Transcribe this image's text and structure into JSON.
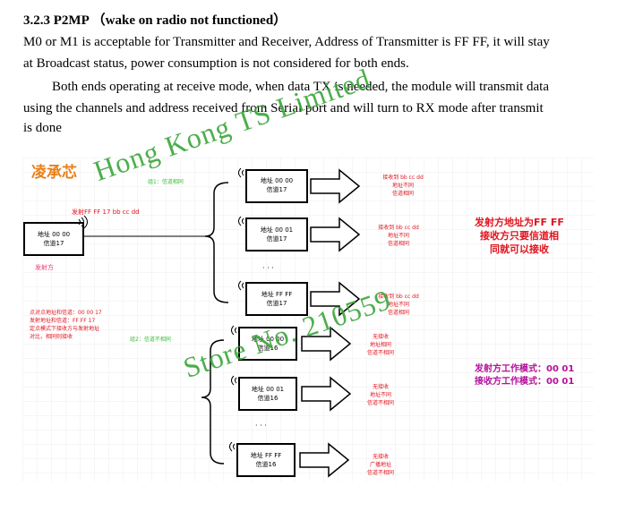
{
  "heading": "3.2.3 P2MP （wake on radio not functioned）",
  "para1_line1": "M0 or M1 is acceptable for Transmitter and Receiver, Address of Transmitter is FF FF, it will stay",
  "para1_line2": "at Broadcast status, power consumption is not considered for both ends.",
  "para2_line1": "Both ends operating at receive mode, when data TX is needed, the module will transmit data",
  "para2_line2": "using the channels and address received from Serial port and will turn to RX mode after transmit",
  "para2_line3": "is done",
  "diagram": {
    "logo": "凌承芯",
    "tx_header": "发射FF FF 17 bb cc dd",
    "tx_addr": "地址 00 00",
    "tx_chan": "信道17",
    "tx_label": "发射方",
    "group1_label": "组1：信道相同",
    "group2_label": "组2：信道不相同",
    "left_note": [
      "点对点地址和信道：00 00 17",
      "发射地址和信道：FF FF 17",
      "定点模式下接收方与发射地址",
      "对比，相同则接收"
    ],
    "ellipsis": "· · ·",
    "rx_modules": [
      {
        "addr": "地址 00 00",
        "chan": "信道17"
      },
      {
        "addr": "地址 00 01",
        "chan": "信道17"
      },
      {
        "addr": "地址 FF FF",
        "chan": "信道17"
      },
      {
        "addr": "地址 00 00",
        "chan": "信道16"
      },
      {
        "addr": "地址 00 01",
        "chan": "信道16"
      },
      {
        "addr": "地址 FF FF",
        "chan": "信道16"
      }
    ],
    "results": [
      [
        "接收到 bb cc dd",
        "地址不同",
        "信道相同"
      ],
      [
        "接收到 bb cc dd",
        "地址不同",
        "信道相同"
      ],
      [
        "接收到 bb cc dd",
        "地址不同",
        "信道相同"
      ],
      [
        "无接收",
        "地址相同",
        "信道不相同"
      ],
      [
        "无接收",
        "地址不同",
        "信道不相同"
      ],
      [
        "无接收",
        "广播地址",
        "信道不相同"
      ]
    ],
    "note1": [
      "发射方地址为FF FF",
      "接收方只要信道相",
      "同就可以接收"
    ],
    "note2": [
      "发射方工作模式：00 01",
      "接收方工作模式：00 01"
    ]
  },
  "watermark1": "Hong Kong TS Limited",
  "watermark2": "Store No. 210559",
  "colors": {
    "red": "#e0141e",
    "pink": "#e8407a",
    "magenta": "#b5109a",
    "green": "#36c236"
  }
}
